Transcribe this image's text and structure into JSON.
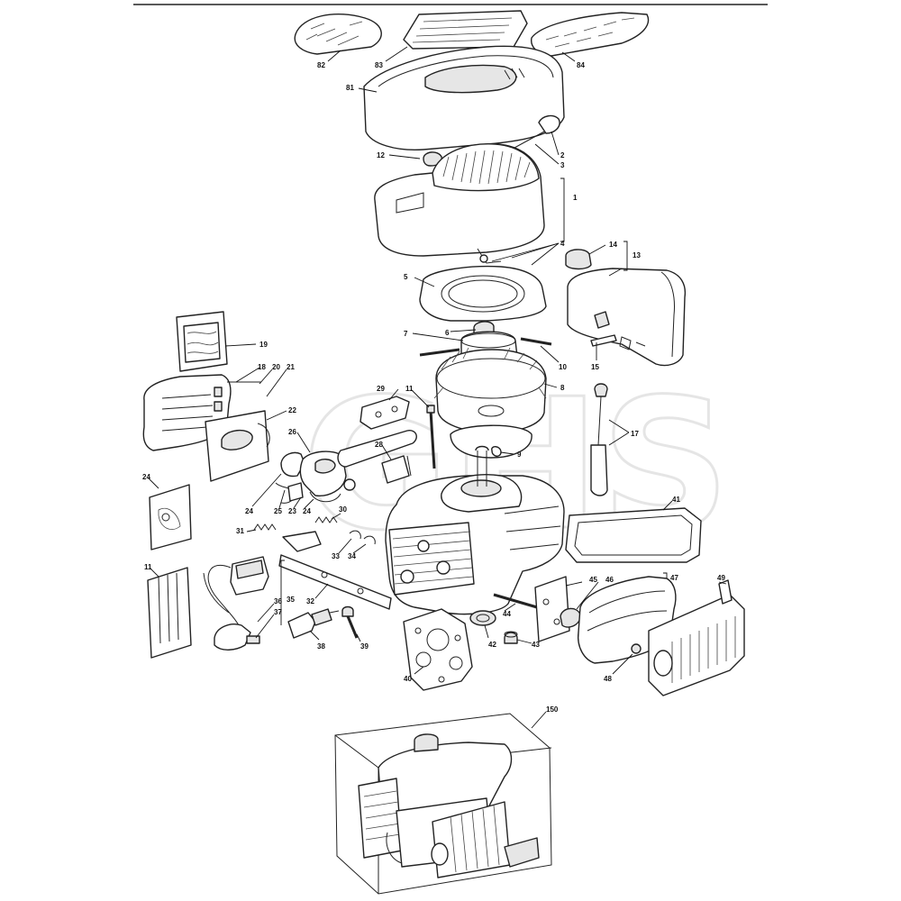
{
  "diagram": {
    "watermark": "GHS",
    "colors": {
      "line": "#222222",
      "fill": "#ffffff",
      "shade": "#e6e6e6",
      "watermark": "#d4d4d4"
    },
    "callouts": [
      {
        "id": "c82",
        "text": "82"
      },
      {
        "id": "c83",
        "text": "83"
      },
      {
        "id": "c84",
        "text": "84"
      },
      {
        "id": "c81",
        "text": "81"
      },
      {
        "id": "c12",
        "text": "12"
      },
      {
        "id": "c2",
        "text": "2"
      },
      {
        "id": "c3",
        "text": "3"
      },
      {
        "id": "c1",
        "text": "1"
      },
      {
        "id": "c4",
        "text": "4"
      },
      {
        "id": "c14",
        "text": "14"
      },
      {
        "id": "c13",
        "text": "13"
      },
      {
        "id": "c5",
        "text": "5"
      },
      {
        "id": "c7",
        "text": "7"
      },
      {
        "id": "c6",
        "text": "6"
      },
      {
        "id": "c10",
        "text": "10"
      },
      {
        "id": "c15",
        "text": "15"
      },
      {
        "id": "c19",
        "text": "19"
      },
      {
        "id": "c18",
        "text": "18"
      },
      {
        "id": "c20",
        "text": "20"
      },
      {
        "id": "c21",
        "text": "21"
      },
      {
        "id": "c29",
        "text": "29"
      },
      {
        "id": "c11a",
        "text": "11"
      },
      {
        "id": "c8",
        "text": "8"
      },
      {
        "id": "c22",
        "text": "22"
      },
      {
        "id": "c17",
        "text": "17"
      },
      {
        "id": "c26",
        "text": "26"
      },
      {
        "id": "c28",
        "text": "28"
      },
      {
        "id": "c9",
        "text": "9"
      },
      {
        "id": "c24a",
        "text": "24"
      },
      {
        "id": "c41",
        "text": "41"
      },
      {
        "id": "c24b",
        "text": "24"
      },
      {
        "id": "c25",
        "text": "25"
      },
      {
        "id": "c23",
        "text": "23"
      },
      {
        "id": "c24c",
        "text": "24"
      },
      {
        "id": "c30",
        "text": "30"
      },
      {
        "id": "c31",
        "text": "31"
      },
      {
        "id": "c33",
        "text": "33"
      },
      {
        "id": "c34",
        "text": "34"
      },
      {
        "id": "c11b",
        "text": "11"
      },
      {
        "id": "c45",
        "text": "45"
      },
      {
        "id": "c46",
        "text": "46"
      },
      {
        "id": "c47",
        "text": "47"
      },
      {
        "id": "c49",
        "text": "49"
      },
      {
        "id": "c32",
        "text": "32"
      },
      {
        "id": "c35",
        "text": "35"
      },
      {
        "id": "c36",
        "text": "36"
      },
      {
        "id": "c37",
        "text": "37"
      },
      {
        "id": "c44",
        "text": "44"
      },
      {
        "id": "c38",
        "text": "38"
      },
      {
        "id": "c39",
        "text": "39"
      },
      {
        "id": "c42",
        "text": "42"
      },
      {
        "id": "c43",
        "text": "43"
      },
      {
        "id": "c48",
        "text": "48"
      },
      {
        "id": "c40",
        "text": "40"
      },
      {
        "id": "c150",
        "text": "150"
      }
    ]
  }
}
